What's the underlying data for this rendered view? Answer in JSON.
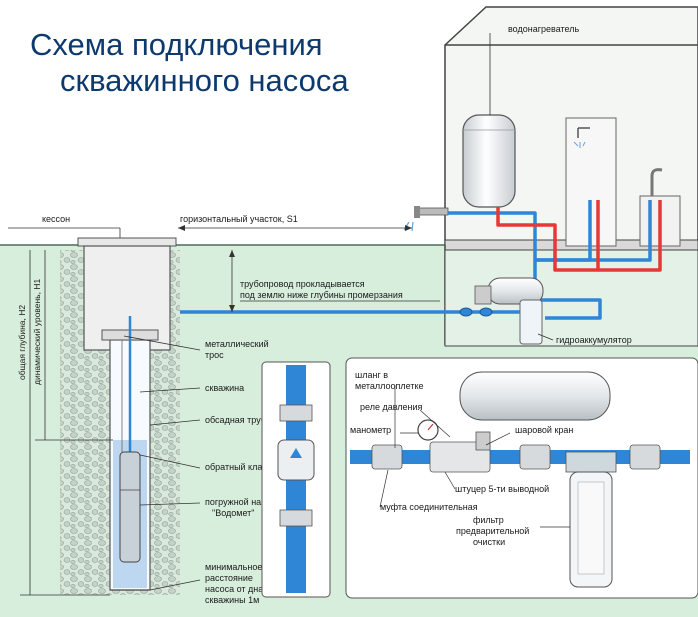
{
  "title": {
    "line1": "Схема подключения",
    "line2": "скважинного насоса"
  },
  "labels": {
    "water_heater": "водонагреватель",
    "caisson": "кессон",
    "horizontal_section": "горизонтальный участок, S1",
    "pipeline_line1": "трубопровод прокладывается",
    "pipeline_line2": "под землю ниже глубины промерзания",
    "accumulator": "гидроаккумулятор",
    "metal_cable_line1": "металлический",
    "metal_cable_line2": "трос",
    "well": "скважина",
    "casing_pipe": "обсадная труба",
    "check_valve": "обратный клапан",
    "pump_line1": "погружной насос",
    "pump_line2": "\"Водомет\"",
    "min_dist_line1": "минимальное",
    "min_dist_line2": "расстояние",
    "min_dist_line3": "насоса от дна",
    "min_dist_line4": "скважины 1м",
    "total_depth": "общая глубина, H2",
    "dynamic_level": "динамический уровень, H1",
    "hose_line1": "шланг в",
    "hose_line2": "металлооплетке",
    "pressure_relay": "реле давления",
    "manometer": "манометр",
    "ball_valve": "шаровой кран",
    "fitting_5way": "штуцер 5-ти выводной",
    "coupling": "муфта соединительная",
    "filter_line1": "фильтр",
    "filter_line2": "предварительной",
    "filter_line3": "очистки"
  },
  "colors": {
    "title": "#0d3a6e",
    "cold_pipe": "#2f86d6",
    "hot_pipe": "#e53935",
    "ground": "#d8eedd",
    "ground_line": "#6c8a73",
    "gravel": "#c9d7cc",
    "well_water": "#bcd7ef"
  },
  "icons": [
    "water-heater-icon",
    "shower-icon",
    "faucet-icon",
    "tap-icon",
    "pump-station-icon",
    "manometer-icon",
    "filter-icon",
    "submersible-pump-icon"
  ]
}
